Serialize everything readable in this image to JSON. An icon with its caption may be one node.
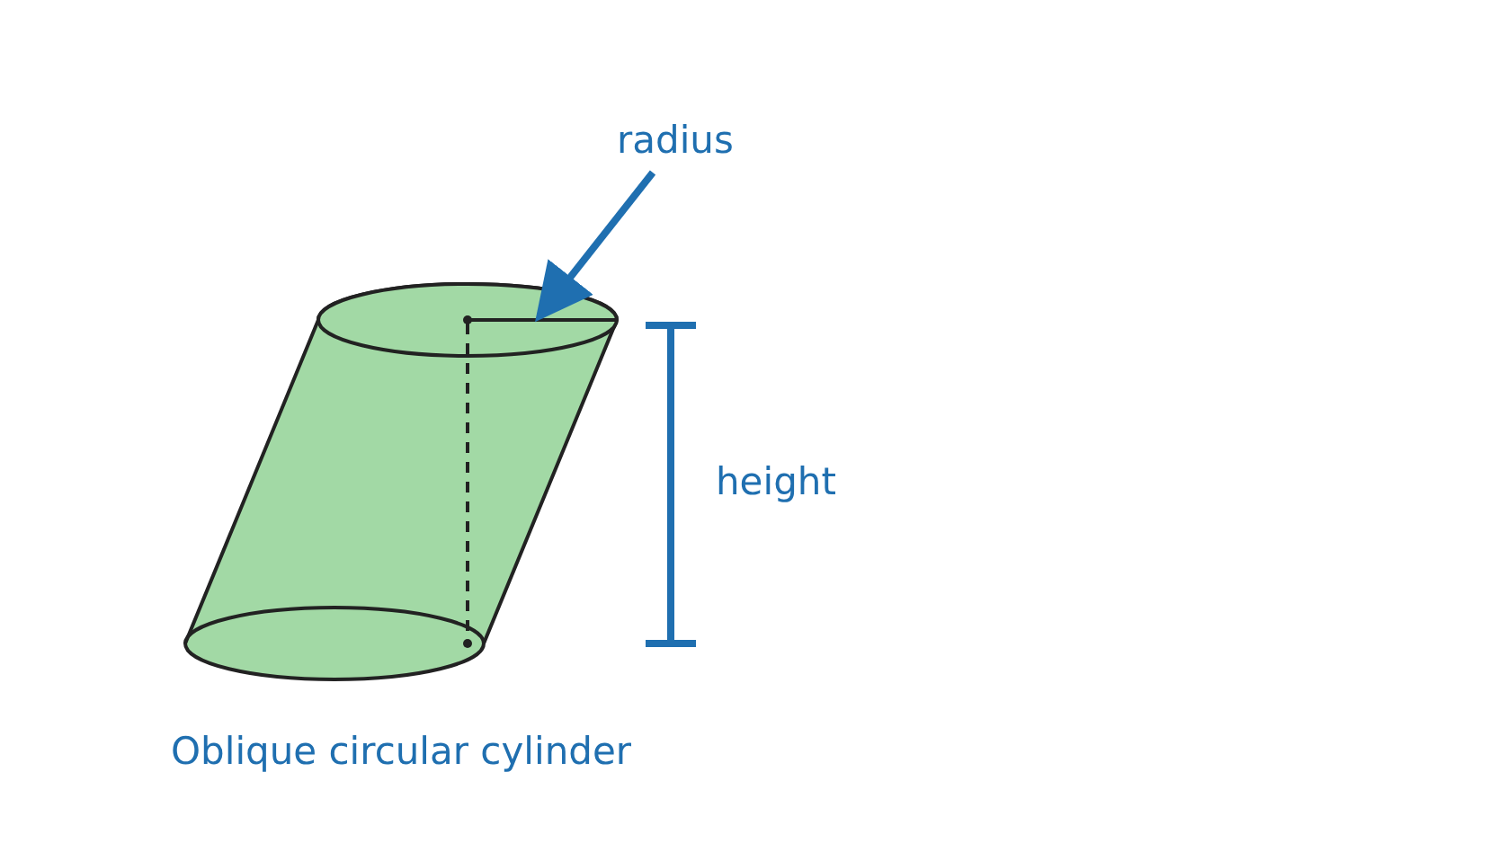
{
  "diagram": {
    "caption": "Oblique circular cylinder",
    "nodes": [
      {
        "text": [
          "radius"
        ]
      },
      {
        "text": [],
        "shape": "line"
      }
    ],
    "edges": [
      {
        "from": 0,
        "to": 1,
        "arrow": "to"
      }
    ],
    "labels": [
      "height"
    ]
  }
}
